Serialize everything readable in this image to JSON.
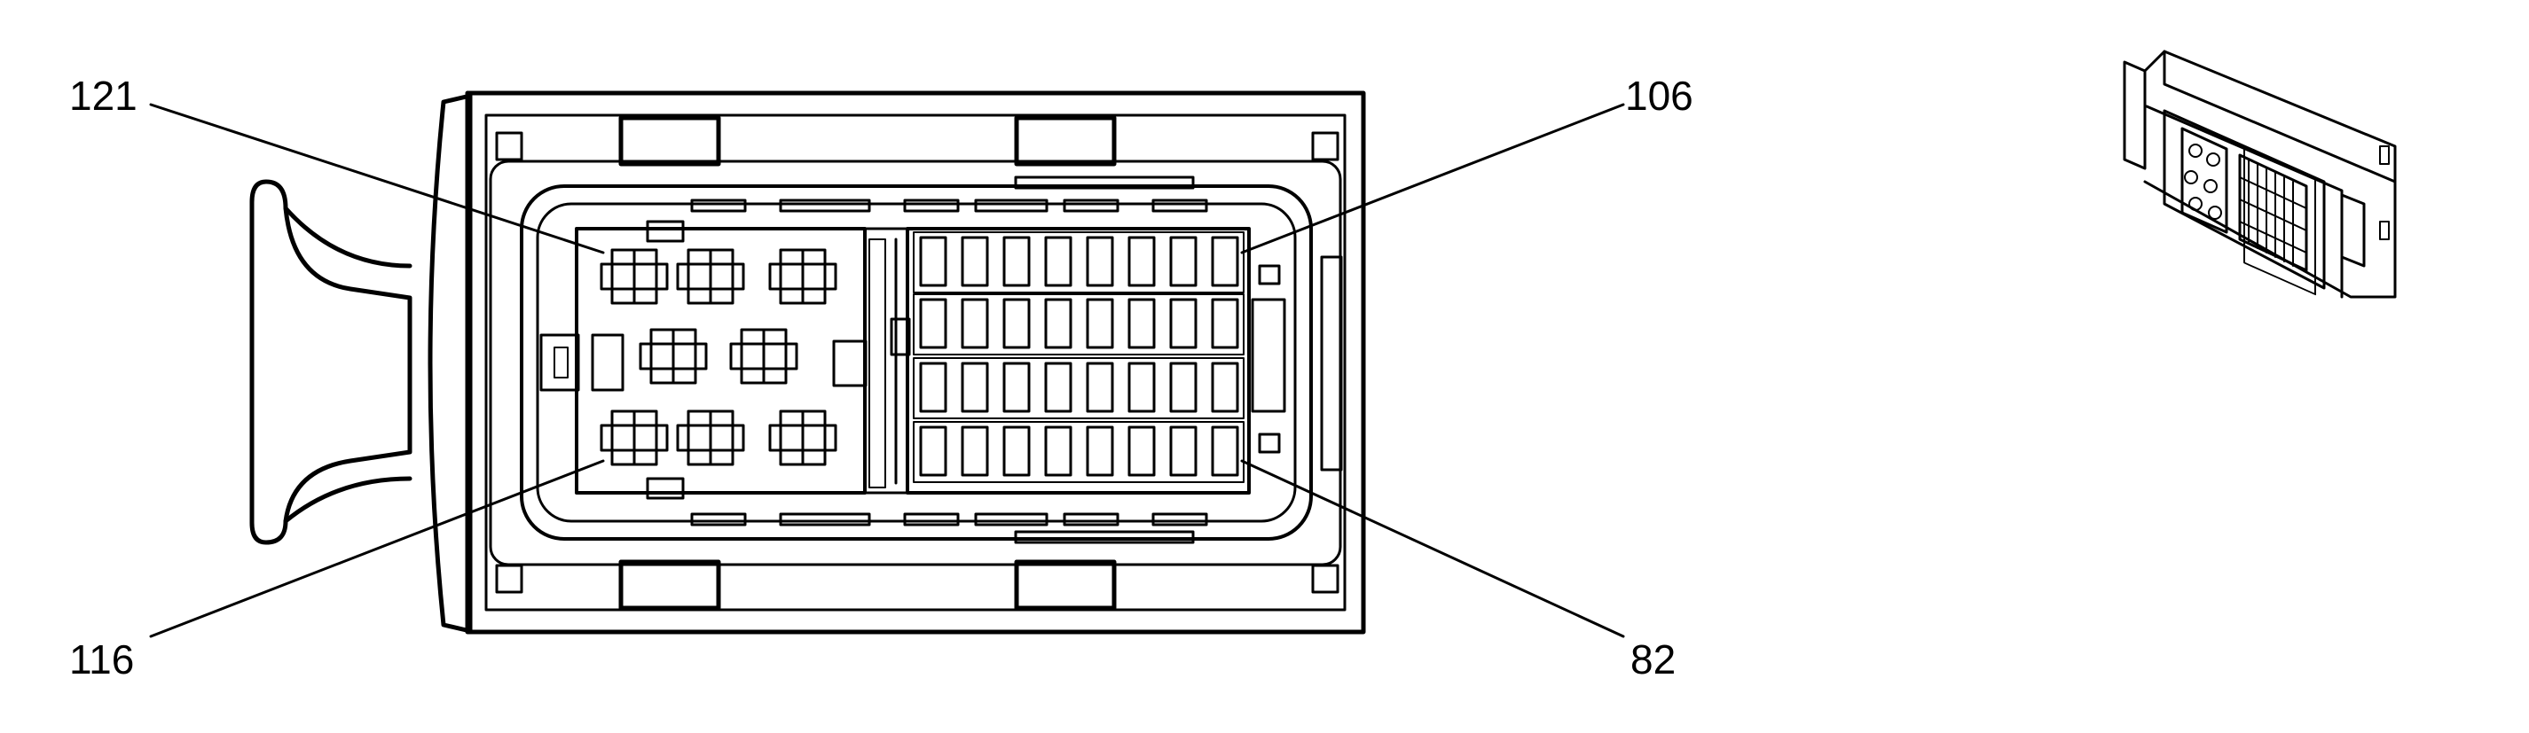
{
  "callouts": {
    "top_left": "121",
    "top_right": "106",
    "bottom_left": "116",
    "bottom_right": "82"
  },
  "colors": {
    "line": "#000000",
    "background": "#ffffff"
  }
}
